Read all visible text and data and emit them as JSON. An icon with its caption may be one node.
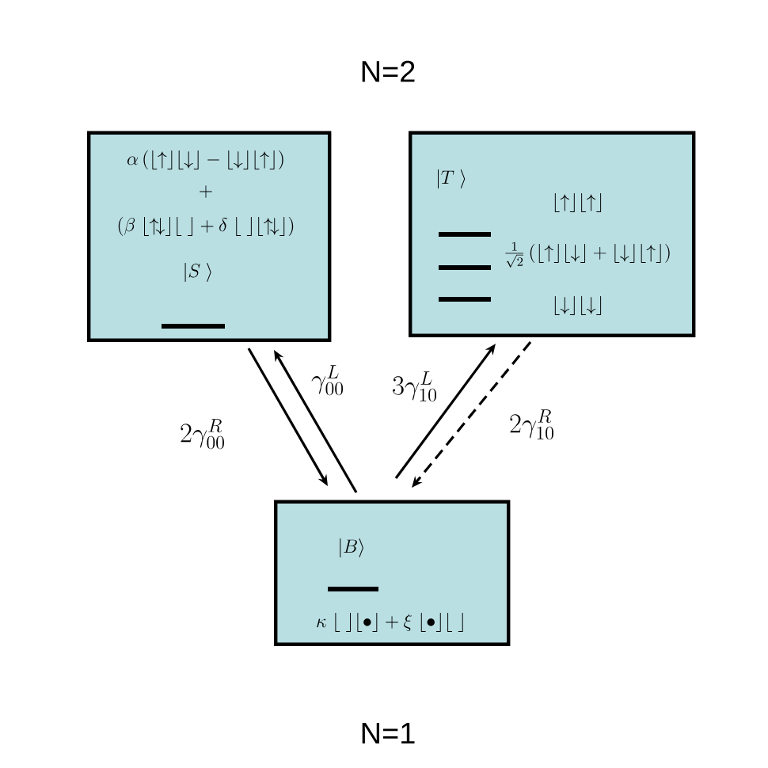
{
  "diagram": {
    "nodes": [
      {
        "text": [
          "\\alpha\\left(\\lfloor\\uparrow\\rfloor\\lfloor\\downarrow\\rfloor - \\lfloor\\downarrow\\rfloor\\lfloor\\uparrow\\rfloor\\right)",
          "+",
          "\\left(\\beta\\;\\lfloor\\uparrow\\!\\downarrow\\rfloor\\lfloor\\;\\rfloor + \\delta\\;\\lfloor\\;\\rfloor\\lfloor\\uparrow\\!\\downarrow\\rfloor\\right)",
          "\\left|S\\;\\right\\rangle"
        ]
      },
      {
        "text": [
          "\\left|T\\;\\right\\rangle",
          "\\lfloor\\uparrow\\rfloor\\lfloor\\uparrow\\rfloor",
          "\\frac{1}{\\sqrt{2}}\\left(\\lfloor\\uparrow\\rfloor\\lfloor\\downarrow\\rfloor + \\lfloor\\downarrow\\rfloor\\lfloor\\uparrow\\rfloor\\right)",
          "\\lfloor\\downarrow\\rfloor\\lfloor\\downarrow\\rfloor"
        ]
      },
      {
        "text": [
          "\\left|B\\right\\rangle",
          "\\kappa\\;\\lfloor\\;\\rfloor\\lfloor\\bullet\\rfloor+\\xi\\;\\lfloor\\bullet\\rfloor\\lfloor\\;\\rfloor"
        ]
      }
    ],
    "edges": [
      {
        "from": 0,
        "to": 2,
        "arrow": "to",
        "label": "2\\gamma^{R}_{00}"
      },
      {
        "from": 2,
        "to": 0,
        "arrow": "to",
        "label": "\\gamma^{L}_{00}"
      },
      {
        "from": 2,
        "to": 1,
        "arrow": "to",
        "label": "3\\gamma^{L}_{10}"
      },
      {
        "from": 1,
        "to": 2,
        "arrow": "to",
        "label": "2\\gamma^{R}_{10}",
        "style": "dashed"
      }
    ],
    "labels": [
      "N=2",
      "N=1"
    ]
  }
}
